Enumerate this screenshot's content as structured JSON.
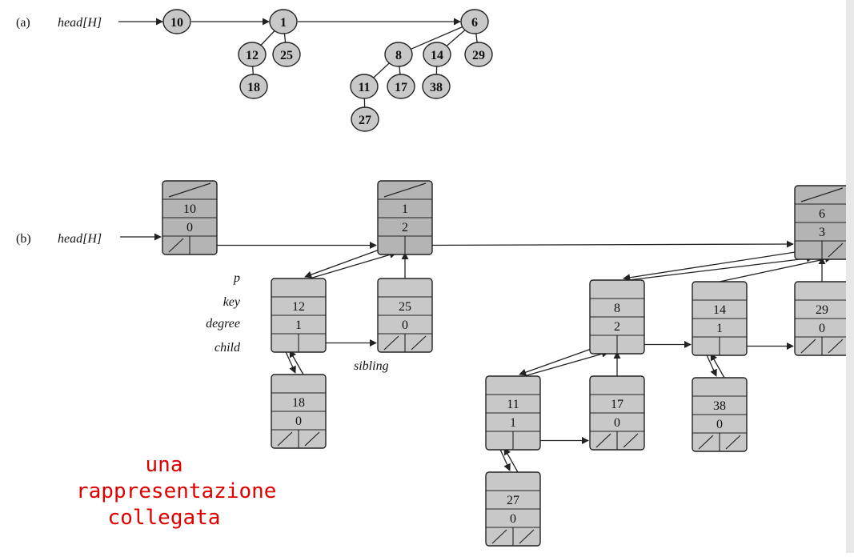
{
  "part_a": {
    "label": "(a)",
    "head_label": "head[H]",
    "nodes": [
      {
        "id": "a10",
        "key": "10"
      },
      {
        "id": "a1",
        "key": "1"
      },
      {
        "id": "a12",
        "key": "12"
      },
      {
        "id": "a25",
        "key": "25"
      },
      {
        "id": "a18",
        "key": "18"
      },
      {
        "id": "a6",
        "key": "6"
      },
      {
        "id": "a8",
        "key": "8"
      },
      {
        "id": "a14",
        "key": "14"
      },
      {
        "id": "a29",
        "key": "29"
      },
      {
        "id": "a11",
        "key": "11"
      },
      {
        "id": "a17",
        "key": "17"
      },
      {
        "id": "a38",
        "key": "38"
      },
      {
        "id": "a27",
        "key": "27"
      }
    ]
  },
  "part_b": {
    "label": "(b)",
    "head_label": "head[H]",
    "field_labels": [
      "p",
      "key",
      "degree",
      "child"
    ],
    "sibling_label": "sibling",
    "nodes": [
      {
        "id": "b10",
        "key": "10",
        "degree": "0"
      },
      {
        "id": "b1",
        "key": "1",
        "degree": "2"
      },
      {
        "id": "b6",
        "key": "6",
        "degree": "3"
      },
      {
        "id": "b12",
        "key": "12",
        "degree": "1"
      },
      {
        "id": "b25",
        "key": "25",
        "degree": "0"
      },
      {
        "id": "b18",
        "key": "18",
        "degree": "0"
      },
      {
        "id": "b8",
        "key": "8",
        "degree": "2"
      },
      {
        "id": "b14",
        "key": "14",
        "degree": "1"
      },
      {
        "id": "b29",
        "key": "29",
        "degree": "0"
      },
      {
        "id": "b11",
        "key": "11",
        "degree": "1"
      },
      {
        "id": "b17",
        "key": "17",
        "degree": "0"
      },
      {
        "id": "b38",
        "key": "38",
        "degree": "0"
      },
      {
        "id": "b27",
        "key": "27",
        "degree": "0"
      }
    ]
  },
  "caption": {
    "lines": [
      "una",
      "rappresentazione",
      "collegata"
    ],
    "color": "#e00000"
  },
  "colors": {
    "node_fill": "#c8c8c8",
    "root_fill": "#b4b4b4",
    "stroke": "#222222"
  }
}
